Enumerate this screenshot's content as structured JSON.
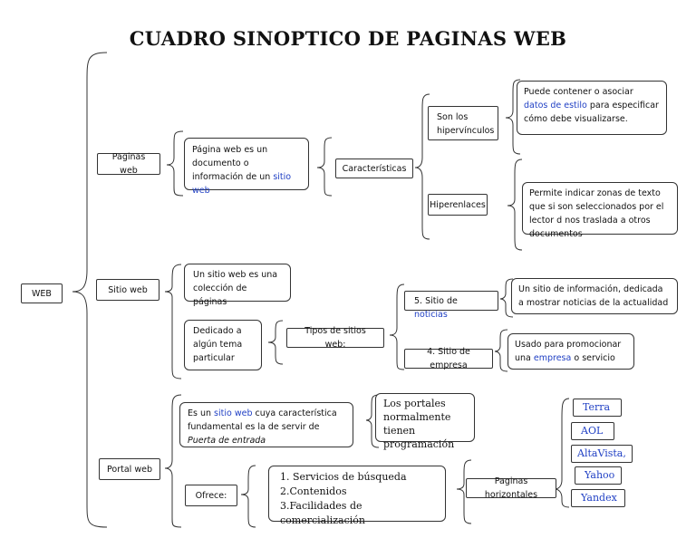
{
  "title": "CUADRO SINOPTICO DE PAGINAS WEB",
  "root": "WEB",
  "paginas": {
    "label": "Paginas web",
    "definicion": {
      "pre": "Página web es un documento o información de un ",
      "link": "sitio web"
    },
    "caracteristicas": "Características",
    "hipervinculos": "Son los hipervínculos",
    "hipervinculos_desc": {
      "pre": "Puede contener o asociar ",
      "link": "datos de estilo",
      "post": " para especificar cómo debe visualizarse."
    },
    "hiperenlaces": "Hiperenlaces",
    "hiperenlaces_desc": "Permite indicar zonas de texto que si son seleccionados por el lector d nos traslada a otros documentos"
  },
  "sitio": {
    "label": "Sitio web",
    "definicion": "Un sitio web es una colección de páginas",
    "dedicado": "Dedicado a algún tema particular",
    "tipos": "Tipos de sitios web:",
    "noticias": {
      "pre": "5. Sitio de ",
      "link": "noticias"
    },
    "noticias_desc": "Un sitio de información,  dedicada a mostrar noticias de la actualidad",
    "empresa": "4. Sitio de empresa",
    "empresa_desc": {
      "pre": "Usado para promocionar una ",
      "link": "empresa",
      "post": " o servicio"
    }
  },
  "portal": {
    "label": "Portal web",
    "definicion": {
      "pre": "Es un ",
      "link": "sitio web",
      "mid": " cuya característica fundamental es la de servir de ",
      "em": "Puerta de entrada"
    },
    "programacion": "Los portales normalmente tienen programación",
    "ofrece": "Ofrece:",
    "servicios": [
      "1. Servicios de búsqueda",
      "2.Contenidos",
      "3.Facilidades de comercialización"
    ],
    "horizontales": "Paginas horizontales",
    "ejemplos": [
      "Terra",
      "AOL",
      "AltaVista,",
      "Yahoo",
      "Yandex"
    ]
  }
}
